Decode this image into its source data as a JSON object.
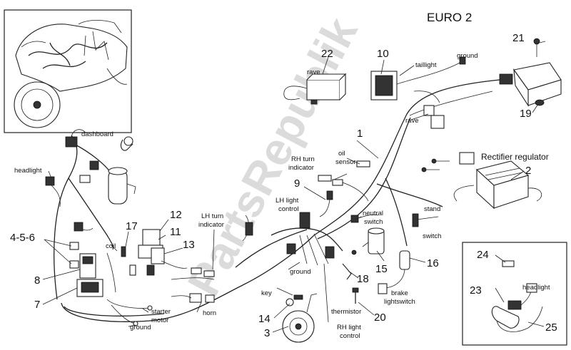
{
  "title": "EURO 2",
  "watermark": "PartsRepublik",
  "callouts": {
    "c1": "1",
    "c2": "2",
    "c3": "3",
    "c456": "4-5-6",
    "c7": "7",
    "c8": "8",
    "c9": "9",
    "c10": "10",
    "c11": "11",
    "c12": "12",
    "c13": "13",
    "c14": "14",
    "c15": "15",
    "c16": "16",
    "c17": "17",
    "c18": "18",
    "c19": "19",
    "c20": "20",
    "c21": "21",
    "c22": "22",
    "c23": "23",
    "c24": "24",
    "c25": "25"
  },
  "labels": {
    "dashboard": "dashboard",
    "headlight": "headlight",
    "coil": "coil",
    "lh_turn_1": "LH turn",
    "lh_turn_2": "indicator",
    "rave_left": "rave",
    "rave_right": "rave",
    "taillight": "taillight",
    "ground_top": "ground",
    "rh_turn_1": "RH turn",
    "rh_turn_2": "indicator",
    "oil_1": "oil",
    "oil_2": "sensor",
    "lh_light_1": "LH light",
    "lh_light_2": "control",
    "neutral_1": "neutral",
    "neutral_2": "switch",
    "stand_1": "stand",
    "stand_2": "switch",
    "rectifier": "Rectifier regulator",
    "ground_mid": "ground",
    "key": "key",
    "starter_1": "starter",
    "starter_2": "motor",
    "horn": "horn",
    "ground_bottom": "ground",
    "thermistor": "thermistor",
    "rh_light_1": "RH light",
    "rh_light_2": "control",
    "brake_1": "brake",
    "brake_2": "lightswitch",
    "headlight_inset": "headlight"
  }
}
